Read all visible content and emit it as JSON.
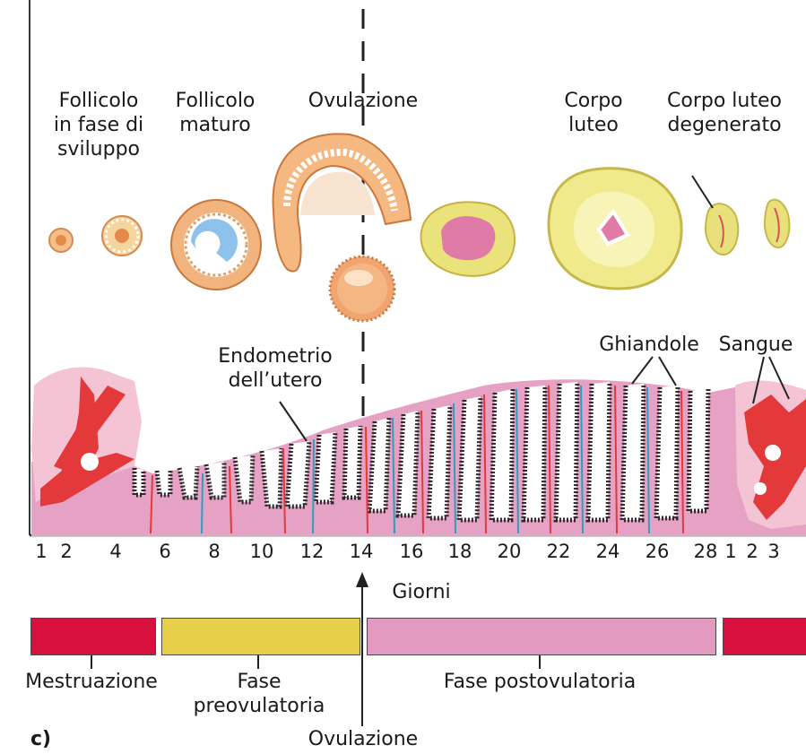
{
  "panel_label": "c)",
  "ovary_labels": {
    "follicle_developing": "Follicolo\nin fase di\nsviluppo",
    "follicle_mature": "Follicolo\nmaturo",
    "ovulation": "Ovulazione",
    "corpus_luteum": "Corpo\nluteo",
    "corpus_luteum_degenerate": "Corpo luteo\ndegenerato"
  },
  "uterus_labels": {
    "endometrium": "Endometrio\ndell’utero",
    "glands": "Ghiandole",
    "blood": "Sangue"
  },
  "days": [
    "1",
    "2",
    "4",
    "6",
    "8",
    "10",
    "12",
    "14",
    "16",
    "18",
    "20",
    "22",
    "24",
    "26",
    "28",
    "1",
    "2",
    "3"
  ],
  "axis_label": "Giorni",
  "phases": [
    {
      "name": "Mestruazione",
      "color": "#d8103e"
    },
    {
      "name": "Fase\npreovulatoria",
      "color": "#e8cf4a"
    },
    {
      "name": "Fase postovulatoria",
      "color": "#e39ac1"
    },
    {
      "name": "",
      "color": "#d8103e"
    }
  ],
  "bottom_label": "Ovulazione",
  "colors": {
    "endometrium": "#e6a2c4",
    "blood": "#e4393a",
    "gland_outline": "#2a2a2a",
    "vessel_blue": "#2a9fbf",
    "follicle": "#e9a26a",
    "oocyte": "#8ec2ec",
    "corpus_luteum": "#e8e07a",
    "corpus_center": "#e088b0"
  }
}
